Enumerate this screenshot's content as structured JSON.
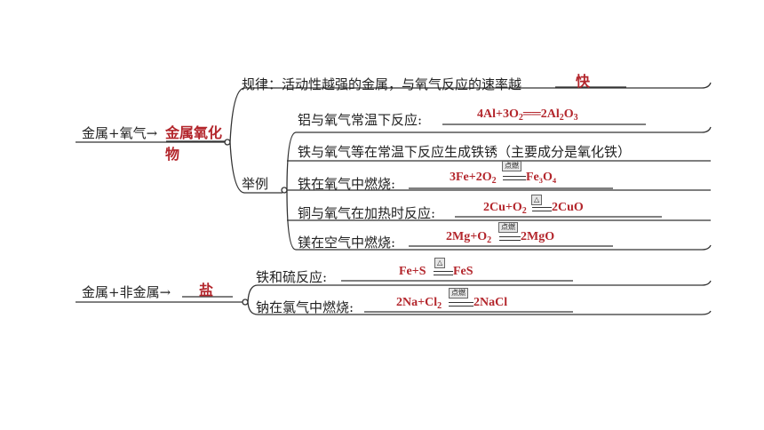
{
  "root_oxygen": {
    "label": "金属+氧气→",
    "answer_line1": "金属氧化",
    "answer_line2": "物"
  },
  "rule": {
    "label": "规律：活动性越强的金属，与氧气反应的速率越",
    "answer": "快"
  },
  "examples_label": "举例",
  "examples": [
    {
      "label": "铝与氧气常温下反应:",
      "eq_left": "4Al+3O",
      "eq_left_sub": "2",
      "eq_sign": "══",
      "eq_right": "2Al",
      "eq_right_sub1": "2",
      "eq_right_mid": "O",
      "eq_right_sub2": "3"
    },
    {
      "label": "铁与氧气等在常温下反应生成铁锈（主要成分是氧化铁）"
    },
    {
      "label": "铁在氧气中燃烧:",
      "eq_left": "3Fe+2O",
      "eq_left_sub": "2",
      "cond": "点燃",
      "eq_right": "Fe₃O₄"
    },
    {
      "label": "铜与氧气在加热时反应:",
      "eq_left": "2Cu+O",
      "eq_left_sub": "2",
      "cond": "△",
      "eq_right": "2CuO"
    },
    {
      "label": "镁在空气中燃烧:",
      "eq_left": "2Mg+O",
      "eq_left_sub": "2",
      "cond": "点燃",
      "eq_right": "2MgO"
    }
  ],
  "root_nonmetal": {
    "label": "金属+非金属→",
    "answer": "盐"
  },
  "nonmetal_examples": [
    {
      "label": "铁和硫反应:",
      "eq_left": "Fe+S",
      "cond": "△",
      "eq_right": "FeS"
    },
    {
      "label": "钠在氯气中燃烧:",
      "eq_left": "2Na+Cl",
      "eq_left_sub": "2",
      "cond": "点燃",
      "eq_right": "2NaCl"
    }
  ],
  "colors": {
    "answer": "#b3262c",
    "line": "#333333"
  }
}
